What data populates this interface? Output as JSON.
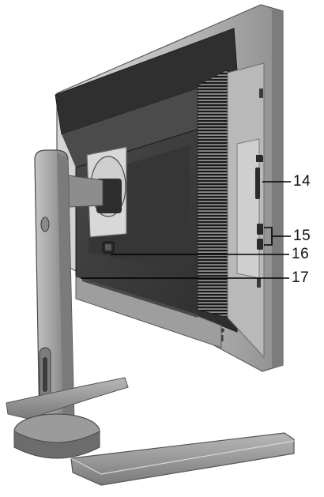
{
  "callouts": [
    {
      "id": "14",
      "label": "14"
    },
    {
      "id": "15",
      "label": "15"
    },
    {
      "id": "16",
      "label": "16"
    },
    {
      "id": "17",
      "label": "17"
    }
  ],
  "colors": {
    "panel_dark": "#3c3c3c",
    "panel_mid": "#8a8a8a",
    "panel_light": "#c9c9c9",
    "stand": "#a8a8a8",
    "stand_dark": "#6b6b6b",
    "vent": "#1e1e1e",
    "leader": "#000000"
  },
  "icons": [
    "sd-card-icon"
  ]
}
